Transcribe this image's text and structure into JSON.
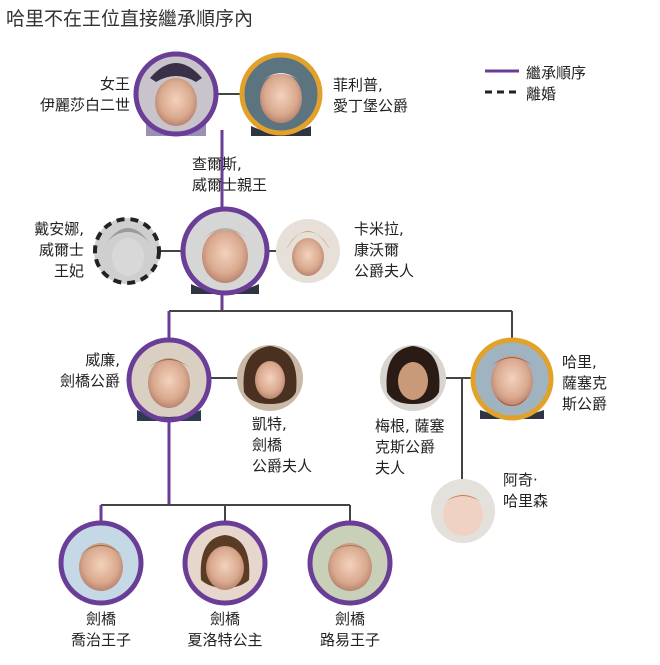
{
  "title": "哈里不在王位直接繼承順序內",
  "legend": {
    "succession": "繼承順序",
    "divorce": "離婚"
  },
  "colors": {
    "succession_line": "#6a3d97",
    "spouse_ring": "#e2a12a",
    "connector": "#444444"
  },
  "people": {
    "queen": {
      "lines": [
        "女王",
        "伊麗莎白二世"
      ]
    },
    "philip": {
      "lines": [
        "菲利普,",
        "愛丁堡公爵"
      ]
    },
    "charles": {
      "lines": [
        "查爾斯,",
        "威爾士親王"
      ]
    },
    "diana": {
      "lines": [
        "戴安娜,",
        "威爾士",
        "王妃"
      ]
    },
    "camilla": {
      "lines": [
        "卡米拉,",
        "康沃爾",
        "公爵夫人"
      ]
    },
    "william": {
      "lines": [
        "威廉,",
        "劍橋公爵"
      ]
    },
    "kate": {
      "lines": [
        "凱特,",
        "劍橋",
        "公爵夫人"
      ]
    },
    "meghan": {
      "lines": [
        "梅根, 薩塞",
        "克斯公爵",
        "夫人"
      ]
    },
    "harry": {
      "lines": [
        "哈里,",
        "薩塞克",
        "斯公爵"
      ]
    },
    "archie": {
      "lines": [
        "阿奇·",
        "哈里森"
      ]
    },
    "george": {
      "lines": [
        "劍橋",
        "喬治王子"
      ]
    },
    "charlotte": {
      "lines": [
        "劍橋",
        "夏洛特公主"
      ]
    },
    "louis": {
      "lines": [
        "劍橋",
        "路易王子"
      ]
    }
  }
}
